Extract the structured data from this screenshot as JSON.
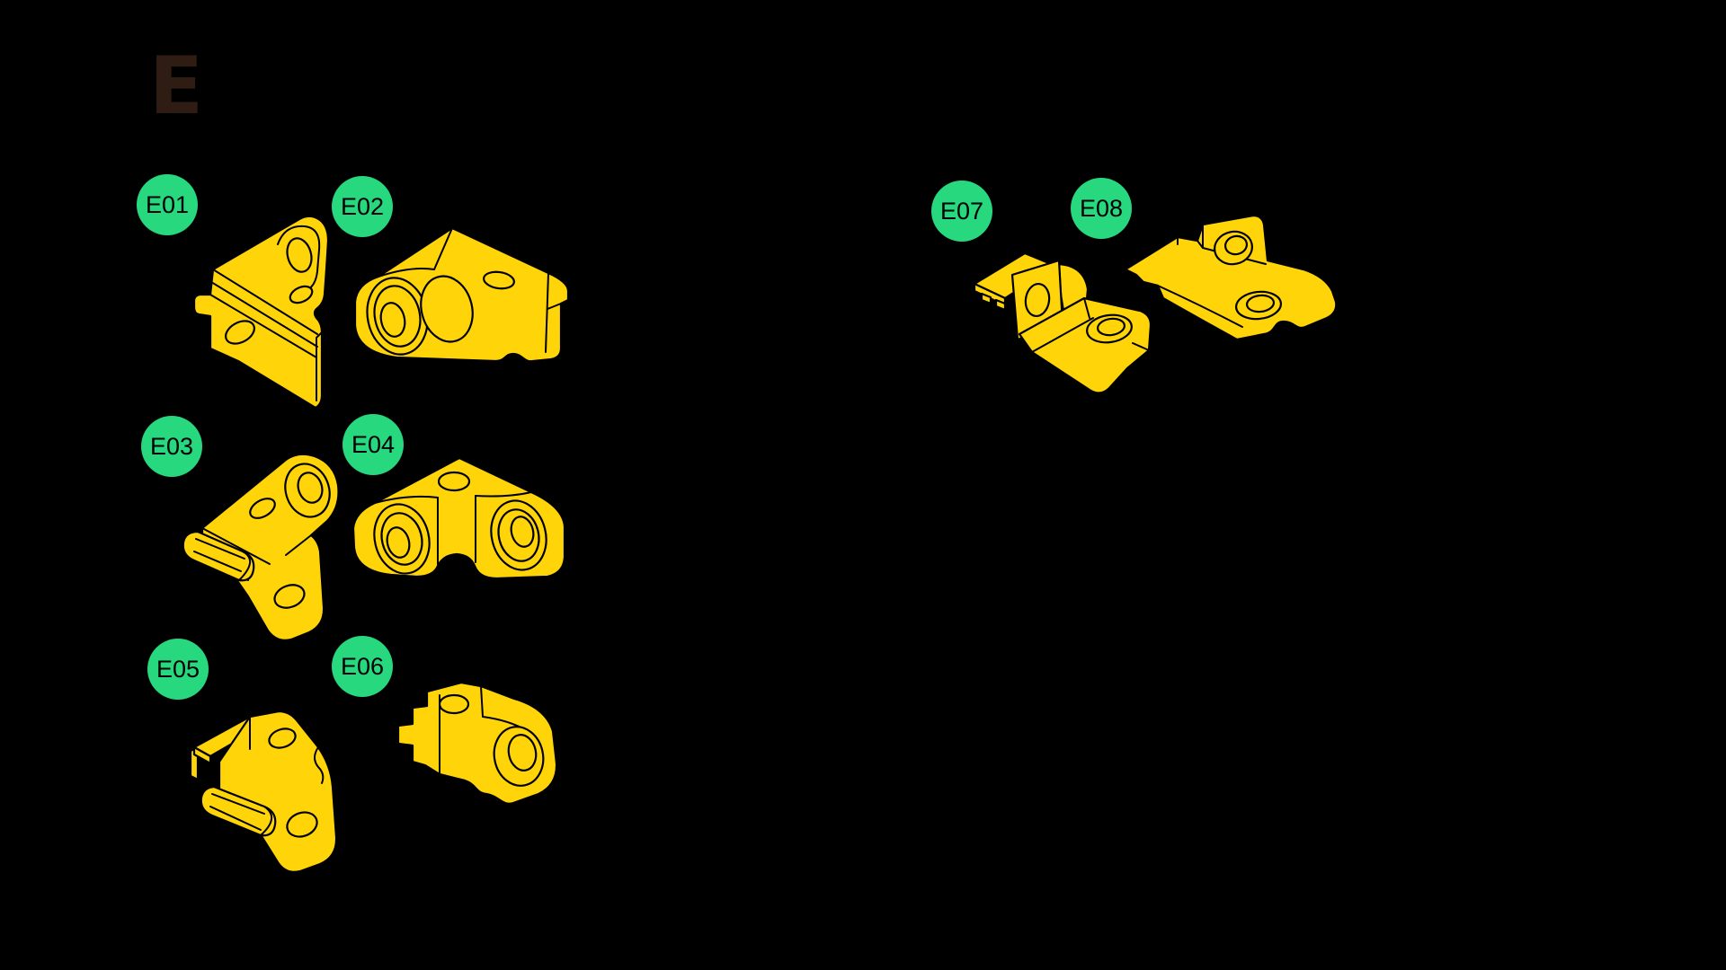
{
  "page": {
    "background_color": "#000000"
  },
  "section": {
    "letter": "E",
    "letter_color": "#2F1C12"
  },
  "badge_style": {
    "fill": "#27D87E",
    "text_color": "#000000"
  },
  "part_style": {
    "fill": "#FFD408",
    "outline": "#000000"
  },
  "parts": [
    {
      "id": "E01",
      "label": "E01"
    },
    {
      "id": "E02",
      "label": "E02"
    },
    {
      "id": "E03",
      "label": "E03"
    },
    {
      "id": "E04",
      "label": "E04"
    },
    {
      "id": "E05",
      "label": "E05"
    },
    {
      "id": "E06",
      "label": "E06"
    },
    {
      "id": "E07",
      "label": "E07"
    },
    {
      "id": "E08",
      "label": "E08"
    }
  ]
}
